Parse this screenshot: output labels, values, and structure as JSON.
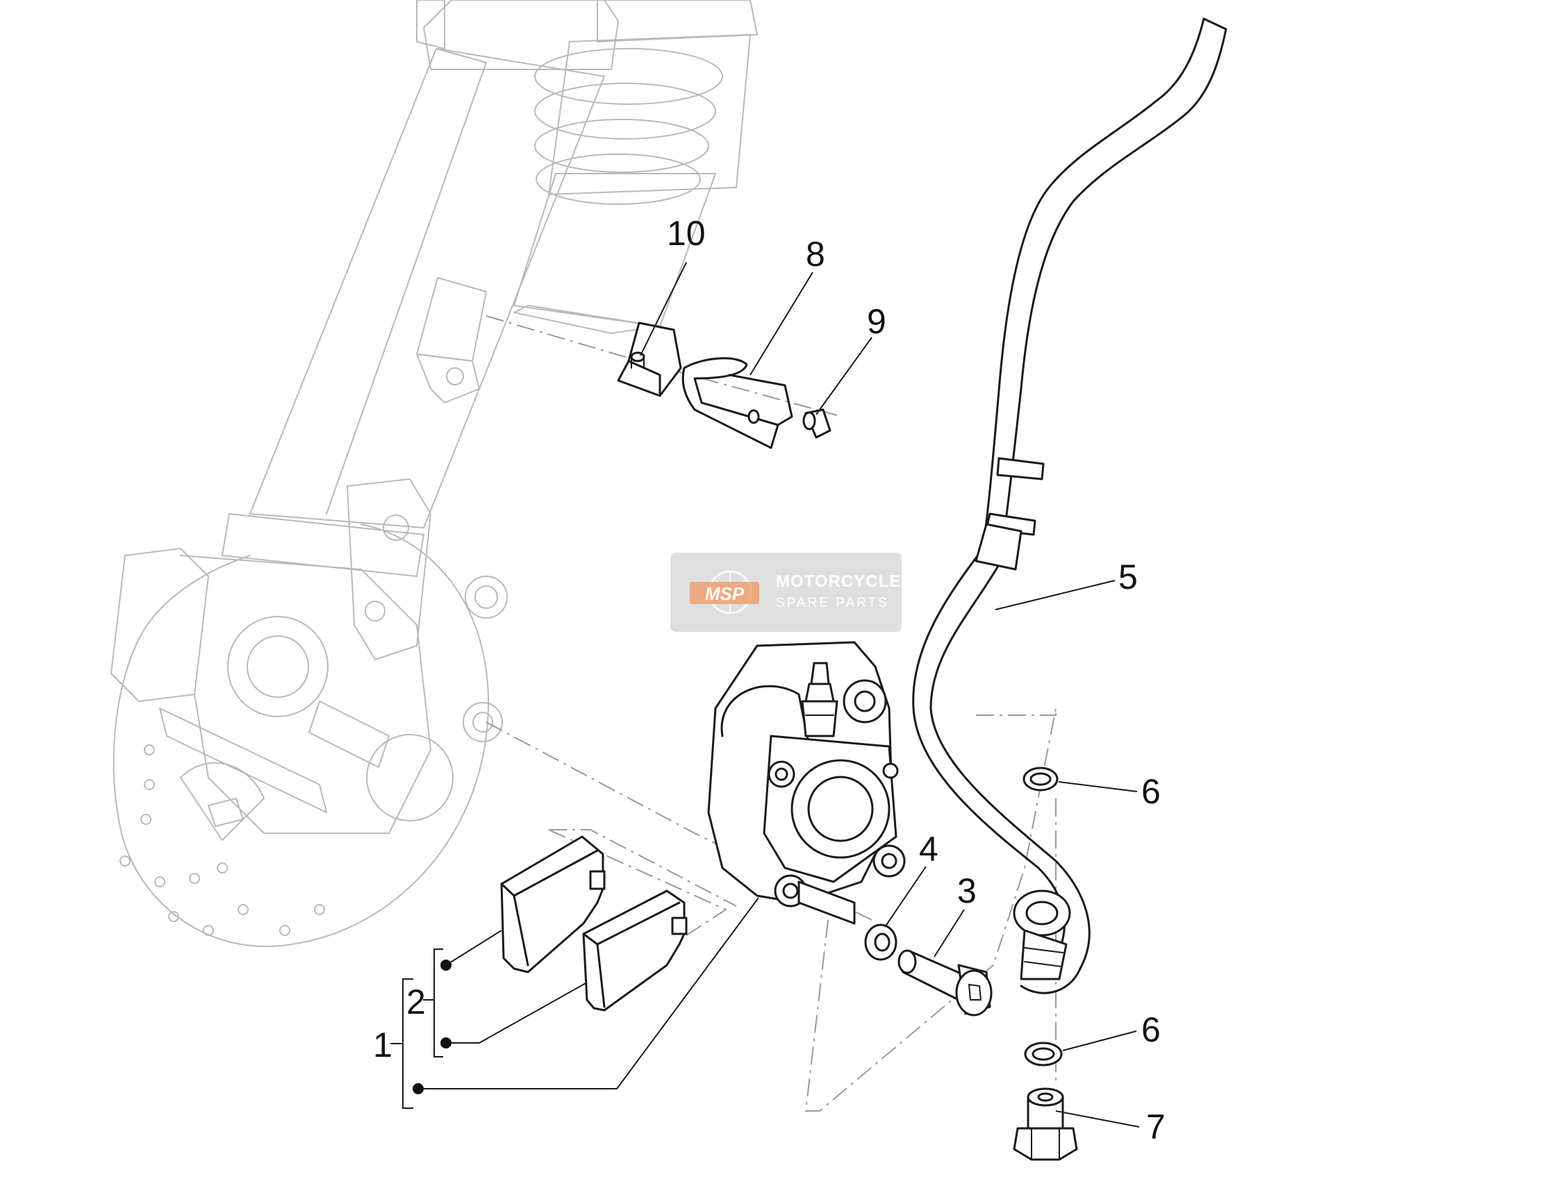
{
  "watermark": {
    "logo_text": "MSP",
    "line1": "MOTORCYCLE",
    "line2": "SPARE PARTS",
    "accent_color": "#f0a070"
  },
  "callouts": [
    {
      "id": "1",
      "label": "1"
    },
    {
      "id": "2",
      "label": "2"
    },
    {
      "id": "3",
      "label": "3"
    },
    {
      "id": "4",
      "label": "4"
    },
    {
      "id": "5",
      "label": "5"
    },
    {
      "id": "6a",
      "label": "6"
    },
    {
      "id": "6b",
      "label": "6"
    },
    {
      "id": "7",
      "label": "7"
    },
    {
      "id": "8",
      "label": "8"
    },
    {
      "id": "9",
      "label": "9"
    },
    {
      "id": "10",
      "label": "10"
    }
  ]
}
